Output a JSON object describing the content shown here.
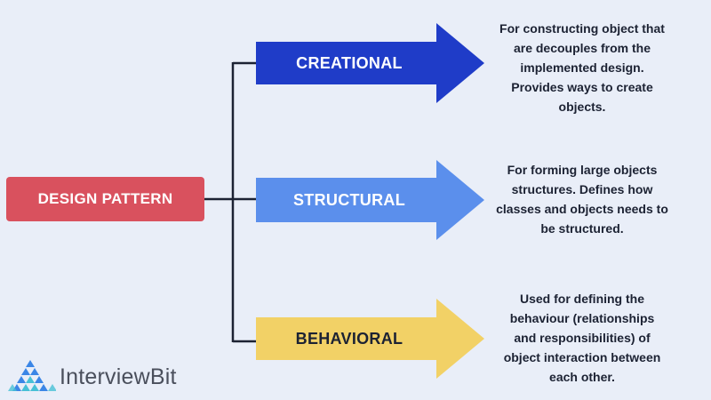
{
  "root": {
    "label": "DESIGN PATTERN",
    "color": "#d9515e"
  },
  "branches": [
    {
      "label": "CREATIONAL",
      "fill": "#1f3cc8",
      "text_color": "#ffffff",
      "description": "For constructing object that\nare decouples from the\nimplemented design.\nProvides ways to create\nobjects."
    },
    {
      "label": "STRUCTURAL",
      "fill": "#5b8fec",
      "text_color": "#ffffff",
      "description": "For forming large objects\nstructures. Defines how\nclasses and objects needs to\nbe structured."
    },
    {
      "label": "BEHAVIORAL",
      "fill": "#f2d166",
      "text_color": "#1c2233",
      "description": "Used for defining the\nbehaviour (relationships\nand responsibilities) of\nobject interaction between\neach other."
    }
  ],
  "logo": {
    "text": "InterviewBit",
    "icon": "interviewbit-triangle-logo",
    "icon_colors": [
      "#3b86e6",
      "#47c0d6"
    ]
  },
  "connector_color": "#1c2233"
}
